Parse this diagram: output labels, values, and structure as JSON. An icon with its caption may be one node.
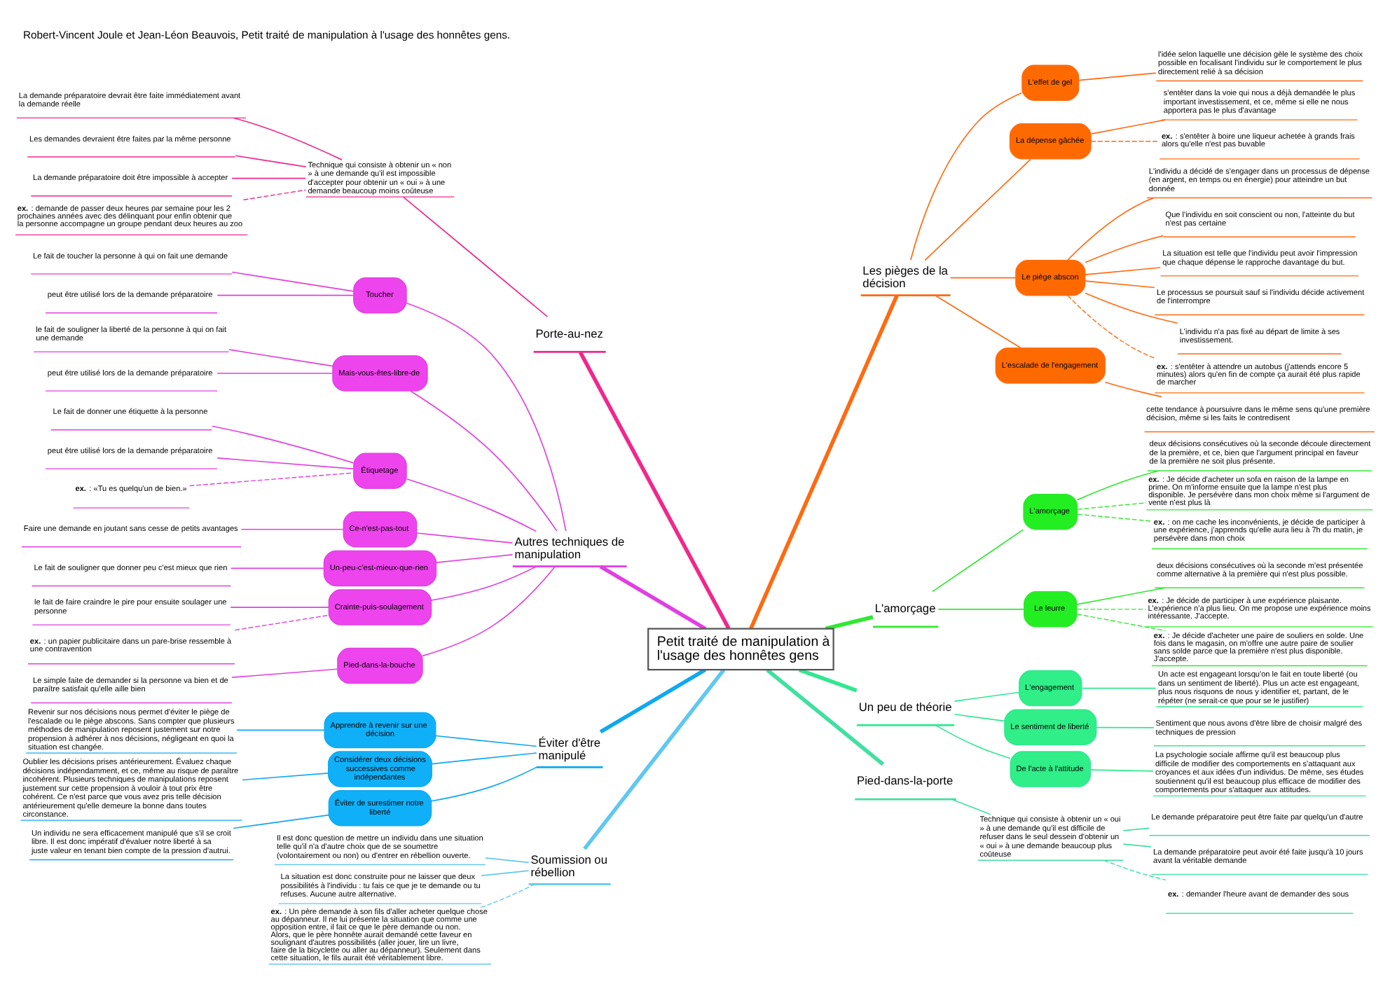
{
  "diagram": {
    "title": "Robert-Vincent Joule et Jean-Léon Beauvois, Petit traité de manipulation à l'usage des honnêtes gens.",
    "nodes": [
      {
        "text": [
          "Petit traité de manipulation à l'usage des honnêtes gens"
        ]
      },
      {
        "text": [
          "Porte-au-nez"
        ]
      },
      {
        "text": [
          "Technique qui consiste à obtenir un « non » à une demande qu'il est impossible d'accepter pour obtenir un « oui » à une demande beaucoup moins coûteuse"
        ]
      },
      {
        "text": [
          "La demande préparatoire devrait être faite immédiatement avant la demande réelle"
        ]
      },
      {
        "text": [
          "Les demandes devraient être faites par la même personne"
        ]
      },
      {
        "text": [
          "La demande préparatoire doit être impossible à accepter"
        ]
      },
      {
        "text": [
          "**ex.** : demande de passer deux heures par semaine pour les 2 prochaines années avec des délinquant pour enfin obtenir que la personne accompagne un groupe pendant deux heures au zoo"
        ]
      },
      {
        "text": [
          "Autres techniques de manipulation"
        ]
      },
      {
        "text": [
          "Toucher"
        ]
      },
      {
        "text": [
          "Le fait de toucher la personne à qui on fait une demande"
        ]
      },
      {
        "text": [
          "peut être utilisé lors de la demande préparatoire"
        ]
      },
      {
        "text": [
          "Mais-vous-êtes-libre-de"
        ]
      },
      {
        "text": [
          "le fait de souligner la liberté de la personne à qui on fait une demande"
        ]
      },
      {
        "text": [
          "peut être utilisé lors de la demande préparatoire"
        ]
      },
      {
        "text": [
          "Étiquetage"
        ]
      },
      {
        "text": [
          "Le fait de donner une étiquette à la personne"
        ]
      },
      {
        "text": [
          "peut être utilisé lors de la demande préparatoire"
        ]
      },
      {
        "text": [
          "**ex.** : «Tu es quelqu'un de bien.»"
        ]
      },
      {
        "text": [
          "Ce-n'est-pas-tout"
        ]
      },
      {
        "text": [
          "Faire une demande en joutant sans cesse de petits avantages"
        ]
      },
      {
        "text": [
          "Un-peu-c'est-mieux-que-rien"
        ]
      },
      {
        "text": [
          "Le fait de souligner que donner peu c'est mieux que rien"
        ]
      },
      {
        "text": [
          "Crainte-puis-soulagement"
        ]
      },
      {
        "text": [
          "le fait de faire craindre le pire pour ensuite soulager une personne"
        ]
      },
      {
        "text": [
          "**ex.** : un papier publicitaire dans un pare-brise ressemble à une contravention"
        ]
      },
      {
        "text": [
          "Pied-dans-la-bouche"
        ]
      },
      {
        "text": [
          "Le simple faite de demander si la personne va bien et de paraître satisfait qu'elle aille bien"
        ]
      },
      {
        "text": [
          "Éviter d'être manipulé"
        ]
      },
      {
        "text": [
          "Apprendre à revenir sur une décision"
        ]
      },
      {
        "text": [
          "Revenir sur nos décisions nous permet d'éviter le piège de l'escalade ou le piège abscons. Sans compter que plusieurs méthodes de manipulation reposent justement sur notre propension à adhérer à nos décisions, négligeant en quoi la situation est changée."
        ]
      },
      {
        "text": [
          "Considérer deux décisions successives comme indépendantes"
        ]
      },
      {
        "text": [
          "Oublier les décisions prises antérieurement. Évaluez chaque décisions indépendamment, et ce, même au risque de paraître incohérent. Plusieurs techniques de manipulations reposent justement sur cette propension à vouloir à tout prix être cohérent. Ce n'est parce que vous avez pris telle décision antérieurement qu'elle demeure la bonne dans toutes circonstance."
        ]
      },
      {
        "text": [
          "Éviter de surestimer notre liberté"
        ]
      },
      {
        "text": [
          "Un individu ne sera efficacement manipulé que s'il se croit libre. Il est donc impératif d'évaluer notre liberté à sa juste valeur en tenant bien compte de la pression d'autrui."
        ]
      },
      {
        "text": [
          "Soumission ou rébellion"
        ]
      },
      {
        "text": [
          "Il est donc question de mettre un individu dans une situation telle qu'il n'a d'autre choix que de se soumettre (volontairement ou non) ou d'entrer en rébellion ouverte."
        ]
      },
      {
        "text": [
          "La situation est donc construite pour ne laisser que deux possibilités à l'individu : tu fais ce que je te demande ou tu refuses. Aucune autre alternative."
        ]
      },
      {
        "text": [
          "**ex.** : Un père demande à son fils d'aller acheter quelque chose au dépanneur. Il ne lui présente la situation que comme une opposition entre, il fait ce que le père demande ou non. Alors, que le père honnête aurait demandé cette faveur en soulignant d'autres possibilités (aller jouer, lire un livre, faire de la bicyclette ou aller au dépanneur). Seulement dans cette situation, le fils aurait été véritablement libre."
        ]
      },
      {
        "text": [
          "Les pièges de la décision"
        ]
      },
      {
        "text": [
          "L'effet de gel"
        ]
      },
      {
        "text": [
          "l'idée selon laquelle une décision gèle le système des choix possible en focalisant l'individu sur le comportement le plus directement relié à sa décision"
        ]
      },
      {
        "text": [
          "La dépense gâchée"
        ]
      },
      {
        "text": [
          "s'entêter dans la voie qui nous a déjà demandée le plus important investissement, et ce, même si elle ne nous apportera pas le plus d'avantage"
        ]
      },
      {
        "text": [
          "**ex.** : s'entêter à boire une liqueur achetée à grands frais alors qu'elle n'est pas buvable"
        ]
      },
      {
        "text": [
          "Le piège abscon"
        ]
      },
      {
        "text": [
          "L'individu a décidé de s'engager dans un processus de dépense (en argent, en temps ou en énergie) pour atteindre un but donnée"
        ]
      },
      {
        "text": [
          "Que l'individu en soit conscient ou non, l'atteinte du but n'est pas certaine"
        ]
      },
      {
        "text": [
          "La situation est telle que l'individu peut avoir l'impression que chaque dépense le rapproche davantage du but."
        ]
      },
      {
        "text": [
          "Le processus se poursuit sauf si l'individu décide activement de l'interrompre"
        ]
      },
      {
        "text": [
          "L'individu n'a pas fixé au départ de limite à ses investissement."
        ]
      },
      {
        "text": [
          "**ex.** : s'entêter à attendre un autobus (j'attends encore 5 minutes) alors qu'en fin de compte ça aurait été plus rapide de marcher"
        ]
      },
      {
        "text": [
          "L'escalade de l'engagement"
        ]
      },
      {
        "text": [
          "cette tendance à poursuivre dans le même sens qu'une première décision, même si les faits le contredisent"
        ]
      },
      {
        "text": [
          "L'amorçage"
        ]
      },
      {
        "text": [
          "L'amorçage"
        ]
      },
      {
        "text": [
          "deux décisions consécutives où la seconde découle directement de la première, et ce, bien que l'argument principal en faveur de la première ne soit plus présente."
        ]
      },
      {
        "text": [
          "**ex.** : Je décide d'acheter un sofa en raison de la lampe en prime. On m'informe ensuite que la lampe n'est plus disponible. Je persévère dans mon choix même si l'argument de vente n'est plus là"
        ]
      },
      {
        "text": [
          "**ex.** : on me cache les inconvénients, je décide de participer à une expérience, j'apprends qu'elle aura lieu à 7h du matin, je persévère dans mon choix"
        ]
      },
      {
        "text": [
          "Le leurre"
        ]
      },
      {
        "text": [
          "deux décisions consécutives où la seconde m'est présentée comme alternative à la première qui n'est plus possible."
        ]
      },
      {
        "text": [
          "**ex.** : Je décide de participer à une expérience plaisante. L'expérience n'a plus lieu. On me propose une expérience moins intéressante. J'accepte."
        ]
      },
      {
        "text": [
          "**ex.** : Je décide d'acheter une paire de souliers en solde. Une fois dans le magasin, on m'offre une autre paire de soulier sans solde parce que la première n'est plus disponible. J'accepte."
        ]
      },
      {
        "text": [
          "Un peu de théorie"
        ]
      },
      {
        "text": [
          "L'engagement"
        ]
      },
      {
        "text": [
          "Un acte est engageant lorsqu'on le fait en toute liberté (ou dans un sentiment de liberté). Plus un acte est engageant, plus nous risquons de nous y identifier et, partant, de le répéter (ne serait-ce que pour se le justifier)"
        ]
      },
      {
        "text": [
          "Le sentiment de liberté"
        ]
      },
      {
        "text": [
          "Sentiment que nous avons d'être libre de choisir malgré des techniques de pression"
        ]
      },
      {
        "text": [
          "De l'acte à l'attitude"
        ]
      },
      {
        "text": [
          "La psychologie sociale affirme qu'il est beaucoup plus difficile de modifier des comportements en s'attaquant aux croyances et aux idées d'un individus. De même, ses études soutiennent qu'il est beaucoup plus efficace de modifier des comportements pour s'attaquer aux attitudes."
        ]
      },
      {
        "text": [
          "Pied-dans-la-porte"
        ]
      },
      {
        "text": [
          "Technique qui consiste à obtenir un « oui » à une demande qu'il est difficile de refuser dans le seul dessein d'obtenir un « oui » à une demande beaucoup plus coûteuse"
        ]
      },
      {
        "text": [
          "Le demande préparatoire peut être faite par quelqu'un d'autre"
        ]
      },
      {
        "text": [
          "La demande préparatoire peut avoir été faite jusqu'à 10 jours avant la véritable demande"
        ]
      },
      {
        "text": [
          "**ex.** : demander l'heure avant de demander des sous"
        ]
      }
    ],
    "edges": [
      {
        "from": 1,
        "to": 0,
        "arrow": "none",
        "style": "thick",
        "color": "#f0288c"
      },
      {
        "from": 2,
        "to": 1,
        "arrow": "none",
        "color": "#f0288c"
      },
      {
        "from": 3,
        "to": 2,
        "arrow": "none",
        "color": "#f0288c"
      },
      {
        "from": 4,
        "to": 2,
        "arrow": "none",
        "color": "#f0288c"
      },
      {
        "from": 5,
        "to": 2,
        "arrow": "none",
        "color": "#f0288c"
      },
      {
        "from": 6,
        "to": 2,
        "arrow": "none",
        "style": "dashed",
        "color": "#f0288c"
      },
      {
        "from": 7,
        "to": 0,
        "arrow": "none",
        "style": "thick",
        "color": "#e040e0"
      },
      {
        "from": 8,
        "to": 7,
        "arrow": "none",
        "color": "#e040e0"
      },
      {
        "from": 9,
        "to": 8,
        "arrow": "none",
        "color": "#e040e0"
      },
      {
        "from": 10,
        "to": 8,
        "arrow": "none",
        "color": "#e040e0"
      },
      {
        "from": 11,
        "to": 7,
        "arrow": "none",
        "color": "#e040e0"
      },
      {
        "from": 12,
        "to": 11,
        "arrow": "none",
        "color": "#e040e0"
      },
      {
        "from": 13,
        "to": 11,
        "arrow": "none",
        "color": "#e040e0"
      },
      {
        "from": 14,
        "to": 7,
        "arrow": "none",
        "color": "#e040e0"
      },
      {
        "from": 15,
        "to": 14,
        "arrow": "none",
        "color": "#e040e0"
      },
      {
        "from": 16,
        "to": 14,
        "arrow": "none",
        "color": "#e040e0"
      },
      {
        "from": 17,
        "to": 14,
        "arrow": "none",
        "style": "dashed",
        "color": "#e040e0"
      },
      {
        "from": 18,
        "to": 7,
        "arrow": "none",
        "color": "#e040e0"
      },
      {
        "from": 19,
        "to": 18,
        "arrow": "none",
        "color": "#e040e0"
      },
      {
        "from": 20,
        "to": 7,
        "arrow": "none",
        "color": "#e040e0"
      },
      {
        "from": 21,
        "to": 20,
        "arrow": "none",
        "color": "#e040e0"
      },
      {
        "from": 22,
        "to": 7,
        "arrow": "none",
        "color": "#e040e0"
      },
      {
        "from": 23,
        "to": 22,
        "arrow": "none",
        "color": "#e040e0"
      },
      {
        "from": 24,
        "to": 22,
        "arrow": "none",
        "style": "dashed",
        "color": "#e040e0"
      },
      {
        "from": 25,
        "to": 7,
        "arrow": "none",
        "color": "#e040e0"
      },
      {
        "from": 26,
        "to": 25,
        "arrow": "none",
        "color": "#e040e0"
      },
      {
        "from": 27,
        "to": 0,
        "arrow": "none",
        "style": "thick",
        "color": "#10a8f0"
      },
      {
        "from": 28,
        "to": 27,
        "arrow": "none",
        "color": "#10a8f0"
      },
      {
        "from": 29,
        "to": 28,
        "arrow": "none",
        "color": "#10a8f0"
      },
      {
        "from": 30,
        "to": 27,
        "arrow": "none",
        "color": "#10a8f0"
      },
      {
        "from": 31,
        "to": 30,
        "arrow": "none",
        "color": "#10a8f0"
      },
      {
        "from": 32,
        "to": 27,
        "arrow": "none",
        "color": "#10a8f0"
      },
      {
        "from": 33,
        "to": 32,
        "arrow": "none",
        "color": "#10a8f0"
      },
      {
        "from": 34,
        "to": 0,
        "arrow": "none",
        "style": "thick",
        "color": "#60c8f0"
      },
      {
        "from": 35,
        "to": 34,
        "arrow": "none",
        "color": "#60c8f0"
      },
      {
        "from": 36,
        "to": 34,
        "arrow": "none",
        "color": "#60c8f0"
      },
      {
        "from": 37,
        "to": 34,
        "arrow": "none",
        "style": "dashed",
        "color": "#60c8f0"
      },
      {
        "from": 0,
        "to": 38,
        "arrow": "none",
        "style": "thick",
        "color": "#ff6a10"
      },
      {
        "from": 38,
        "to": 39,
        "arrow": "none",
        "color": "#ff6a10"
      },
      {
        "from": 39,
        "to": 40,
        "arrow": "none",
        "color": "#ff6a10"
      },
      {
        "from": 38,
        "to": 41,
        "arrow": "none",
        "color": "#ff6a10"
      },
      {
        "from": 41,
        "to": 42,
        "arrow": "none",
        "color": "#ff6a10"
      },
      {
        "from": 41,
        "to": 43,
        "arrow": "none",
        "style": "dashed",
        "color": "#ff6a10"
      },
      {
        "from": 38,
        "to": 44,
        "arrow": "none",
        "color": "#ff6a10"
      },
      {
        "from": 44,
        "to": 45,
        "arrow": "none",
        "color": "#ff6a10"
      },
      {
        "from": 44,
        "to": 46,
        "arrow": "none",
        "color": "#ff6a10"
      },
      {
        "from": 44,
        "to": 47,
        "arrow": "none",
        "color": "#ff6a10"
      },
      {
        "from": 44,
        "to": 48,
        "arrow": "none",
        "color": "#ff6a10"
      },
      {
        "from": 44,
        "to": 49,
        "arrow": "none",
        "color": "#ff6a10"
      },
      {
        "from": 44,
        "to": 50,
        "arrow": "none",
        "style": "dashed",
        "color": "#ff6a10"
      },
      {
        "from": 38,
        "to": 51,
        "arrow": "none",
        "color": "#ff6a10"
      },
      {
        "from": 51,
        "to": 52,
        "arrow": "none",
        "color": "#ff6a10"
      },
      {
        "from": 0,
        "to": 53,
        "arrow": "none",
        "style": "thick",
        "color": "#30e830"
      },
      {
        "from": 53,
        "to": 54,
        "arrow": "none",
        "color": "#30e830"
      },
      {
        "from": 54,
        "to": 55,
        "arrow": "none",
        "color": "#30e830"
      },
      {
        "from": 54,
        "to": 56,
        "arrow": "none",
        "style": "dashed",
        "color": "#30e830"
      },
      {
        "from": 54,
        "to": 57,
        "arrow": "none",
        "style": "dashed",
        "color": "#30e830"
      },
      {
        "from": 53,
        "to": 58,
        "arrow": "none",
        "color": "#30e830"
      },
      {
        "from": 58,
        "to": 59,
        "arrow": "none",
        "color": "#30e830"
      },
      {
        "from": 58,
        "to": 60,
        "arrow": "none",
        "style": "dashed",
        "color": "#30e830"
      },
      {
        "from": 58,
        "to": 61,
        "arrow": "none",
        "style": "dashed",
        "color": "#30e830"
      },
      {
        "from": 0,
        "to": 62,
        "arrow": "none",
        "style": "thick",
        "color": "#30e890"
      },
      {
        "from": 62,
        "to": 63,
        "arrow": "none",
        "color": "#30e890"
      },
      {
        "from": 63,
        "to": 64,
        "arrow": "none",
        "color": "#30e890"
      },
      {
        "from": 62,
        "to": 65,
        "arrow": "none",
        "color": "#30e890"
      },
      {
        "from": 65,
        "to": 66,
        "arrow": "none",
        "color": "#30e890"
      },
      {
        "from": 62,
        "to": 67,
        "arrow": "none",
        "color": "#30e890"
      },
      {
        "from": 67,
        "to": 68,
        "arrow": "none",
        "color": "#30e890"
      },
      {
        "from": 0,
        "to": 69,
        "arrow": "none",
        "style": "thick",
        "color": "#40e0a0"
      },
      {
        "from": 69,
        "to": 70,
        "arrow": "none",
        "color": "#40e0a0"
      },
      {
        "from": 70,
        "to": 71,
        "arrow": "none",
        "color": "#40e0a0"
      },
      {
        "from": 70,
        "to": 72,
        "arrow": "none",
        "color": "#40e0a0"
      },
      {
        "from": 70,
        "to": 73,
        "arrow": "none",
        "style": "dashed",
        "color": "#40e0a0"
      }
    ]
  }
}
